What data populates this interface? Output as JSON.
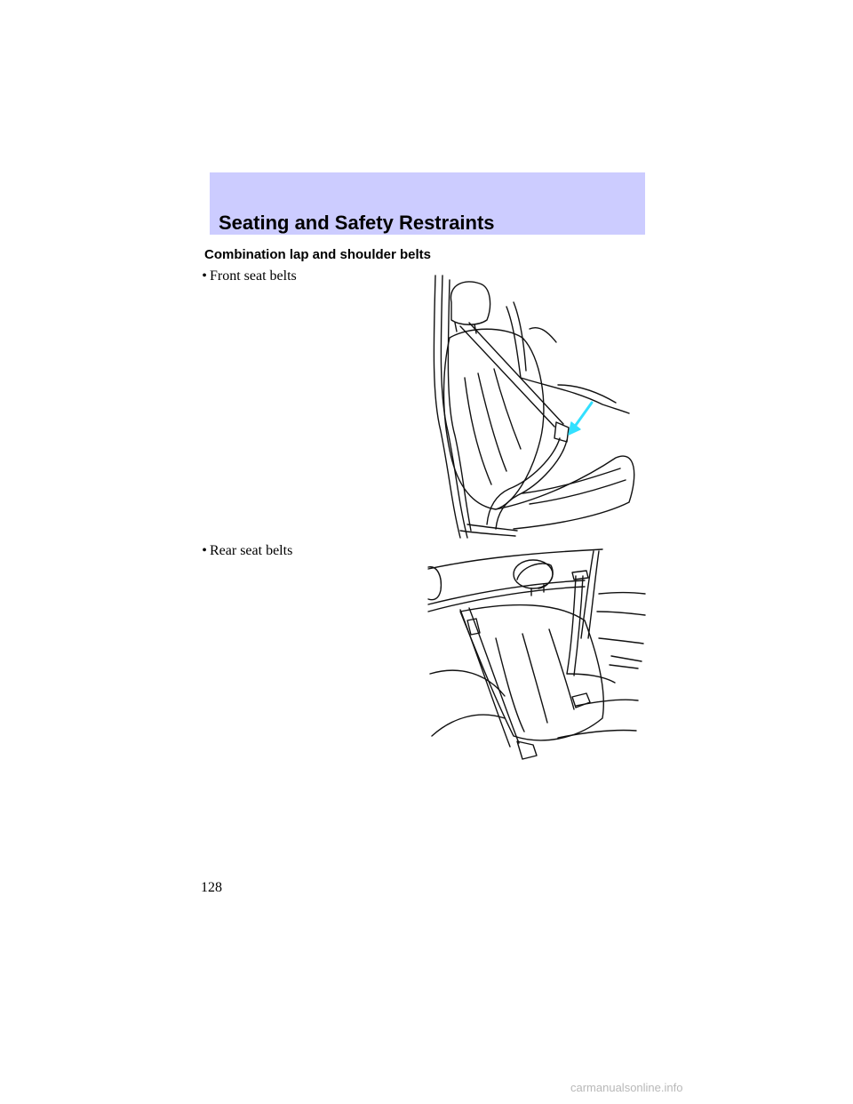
{
  "header": {
    "title": "Seating and Safety Restraints",
    "band_color": "#ccccff"
  },
  "section": {
    "title": "Combination lap and shoulder belts"
  },
  "bullets": [
    {
      "symbol": "•",
      "text": "Front seat belts"
    },
    {
      "symbol": "•",
      "text": "Rear seat belts"
    }
  ],
  "illustrations": {
    "front": {
      "icon": "front-seat-belt-illustration",
      "arrow_color": "#33e0ff"
    },
    "rear": {
      "icon": "rear-seat-belt-illustration"
    }
  },
  "page_number": "128",
  "watermark": "carmanualsonline.info"
}
